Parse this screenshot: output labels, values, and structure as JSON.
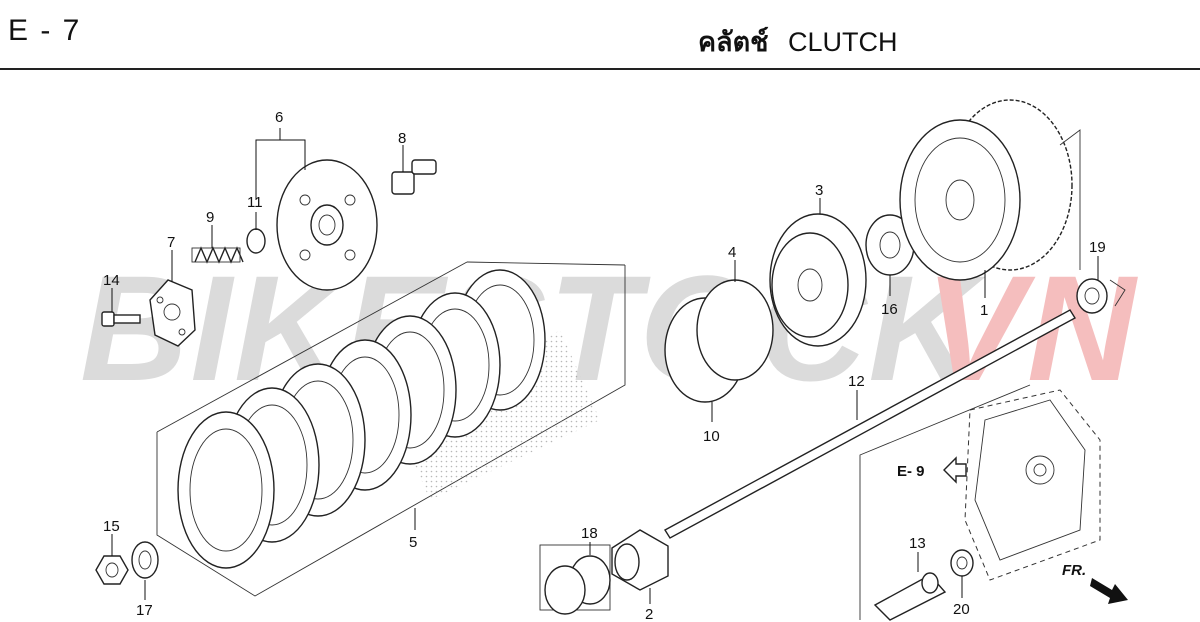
{
  "header": {
    "page_code": "E - 7",
    "title_thai": "คลัตช์",
    "title_en": "CLUTCH"
  },
  "watermark": {
    "text_main": "BIKESTOCK",
    "text_accent": "VN",
    "color_main": "#cfcfcf",
    "color_accent": "#f2a9a9"
  },
  "reference": {
    "label": "E- 9",
    "direction_label": "FR."
  },
  "callouts": [
    {
      "id": "1",
      "label": "1"
    },
    {
      "id": "2",
      "label": "2"
    },
    {
      "id": "3",
      "label": "3"
    },
    {
      "id": "4",
      "label": "4"
    },
    {
      "id": "5",
      "label": "5"
    },
    {
      "id": "6",
      "label": "6"
    },
    {
      "id": "7",
      "label": "7"
    },
    {
      "id": "8",
      "label": "8"
    },
    {
      "id": "9",
      "label": "9"
    },
    {
      "id": "10",
      "label": "10"
    },
    {
      "id": "11",
      "label": "11"
    },
    {
      "id": "12",
      "label": "12"
    },
    {
      "id": "13",
      "label": "13"
    },
    {
      "id": "14",
      "label": "14"
    },
    {
      "id": "15",
      "label": "15"
    },
    {
      "id": "16",
      "label": "16"
    },
    {
      "id": "17",
      "label": "17"
    },
    {
      "id": "18",
      "label": "18"
    },
    {
      "id": "19",
      "label": "19"
    },
    {
      "id": "20",
      "label": "20"
    }
  ]
}
